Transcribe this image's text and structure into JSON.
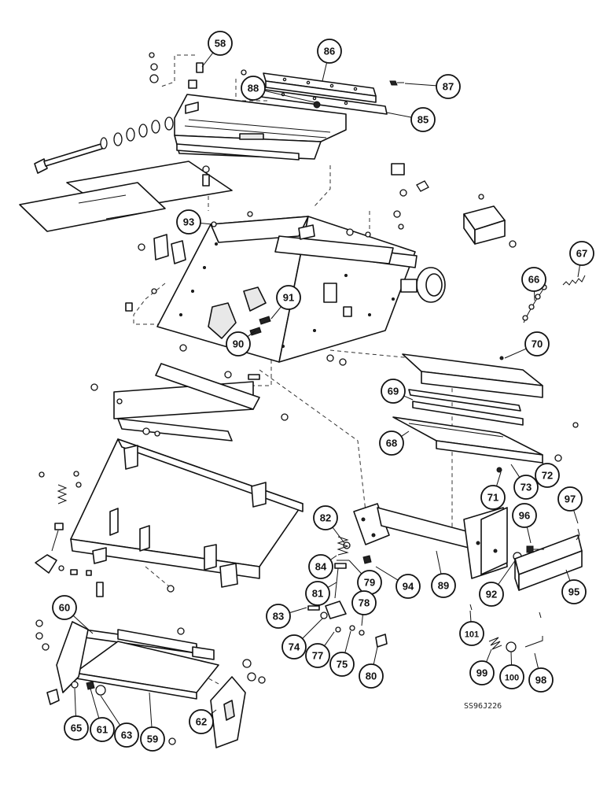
{
  "diagram": {
    "reference_code": "SS96J226",
    "callouts": [
      "58",
      "86",
      "87",
      "88",
      "85",
      "93",
      "91",
      "90",
      "70",
      "66",
      "67",
      "69",
      "68",
      "72",
      "71",
      "73",
      "97",
      "96",
      "82",
      "84",
      "79",
      "94",
      "89",
      "92",
      "95",
      "81",
      "78",
      "83",
      "74",
      "77",
      "75",
      "80",
      "101",
      "99",
      "100",
      "98",
      "60",
      "65",
      "61",
      "63",
      "59",
      "62"
    ]
  }
}
